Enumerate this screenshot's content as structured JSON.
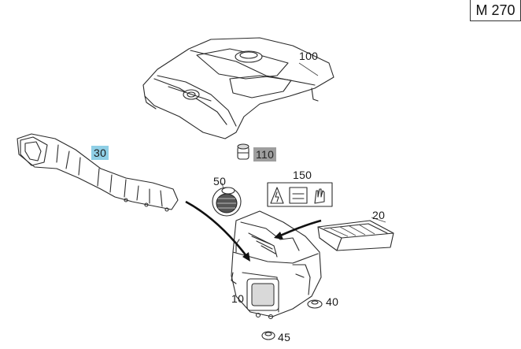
{
  "model_code": "M 270",
  "parts": {
    "p100": "100",
    "p110": "110",
    "p30": "30",
    "p50": "50",
    "p150": "150",
    "p20": "20",
    "p10": "10",
    "p40": "40",
    "p45": "45"
  },
  "highlight_colors": {
    "p30": "#8fcfe6",
    "p110": "#9e9e9e"
  },
  "icons": [
    "engine-cover-icon",
    "grommet-icon",
    "air-intake-duct-icon",
    "mass-airflow-sensor-icon",
    "warning-label-icon",
    "air-filter-element-icon",
    "air-filter-housing-icon",
    "rubber-mount-icon"
  ]
}
